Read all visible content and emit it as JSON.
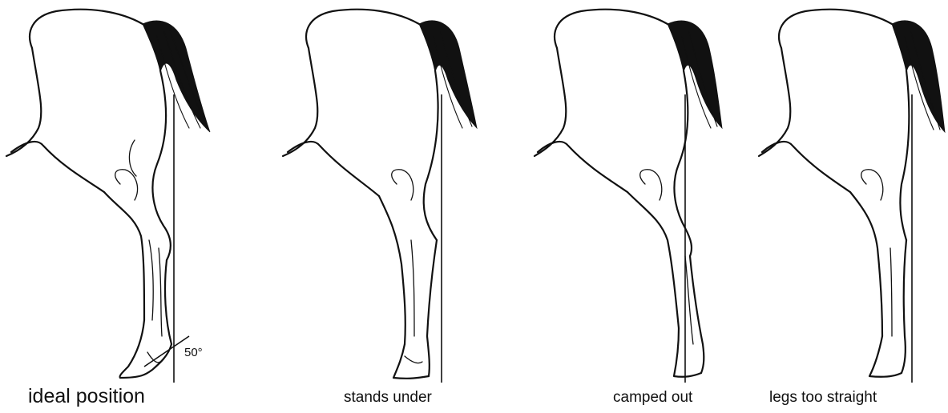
{
  "panels": [
    {
      "caption": "ideal position"
    },
    {
      "caption": "stands under"
    },
    {
      "caption": "camped out"
    },
    {
      "caption": "legs too straight"
    }
  ],
  "angle_label": "50°",
  "icons": [
    "horse-hind-leg-drawing",
    "plumb-line"
  ]
}
